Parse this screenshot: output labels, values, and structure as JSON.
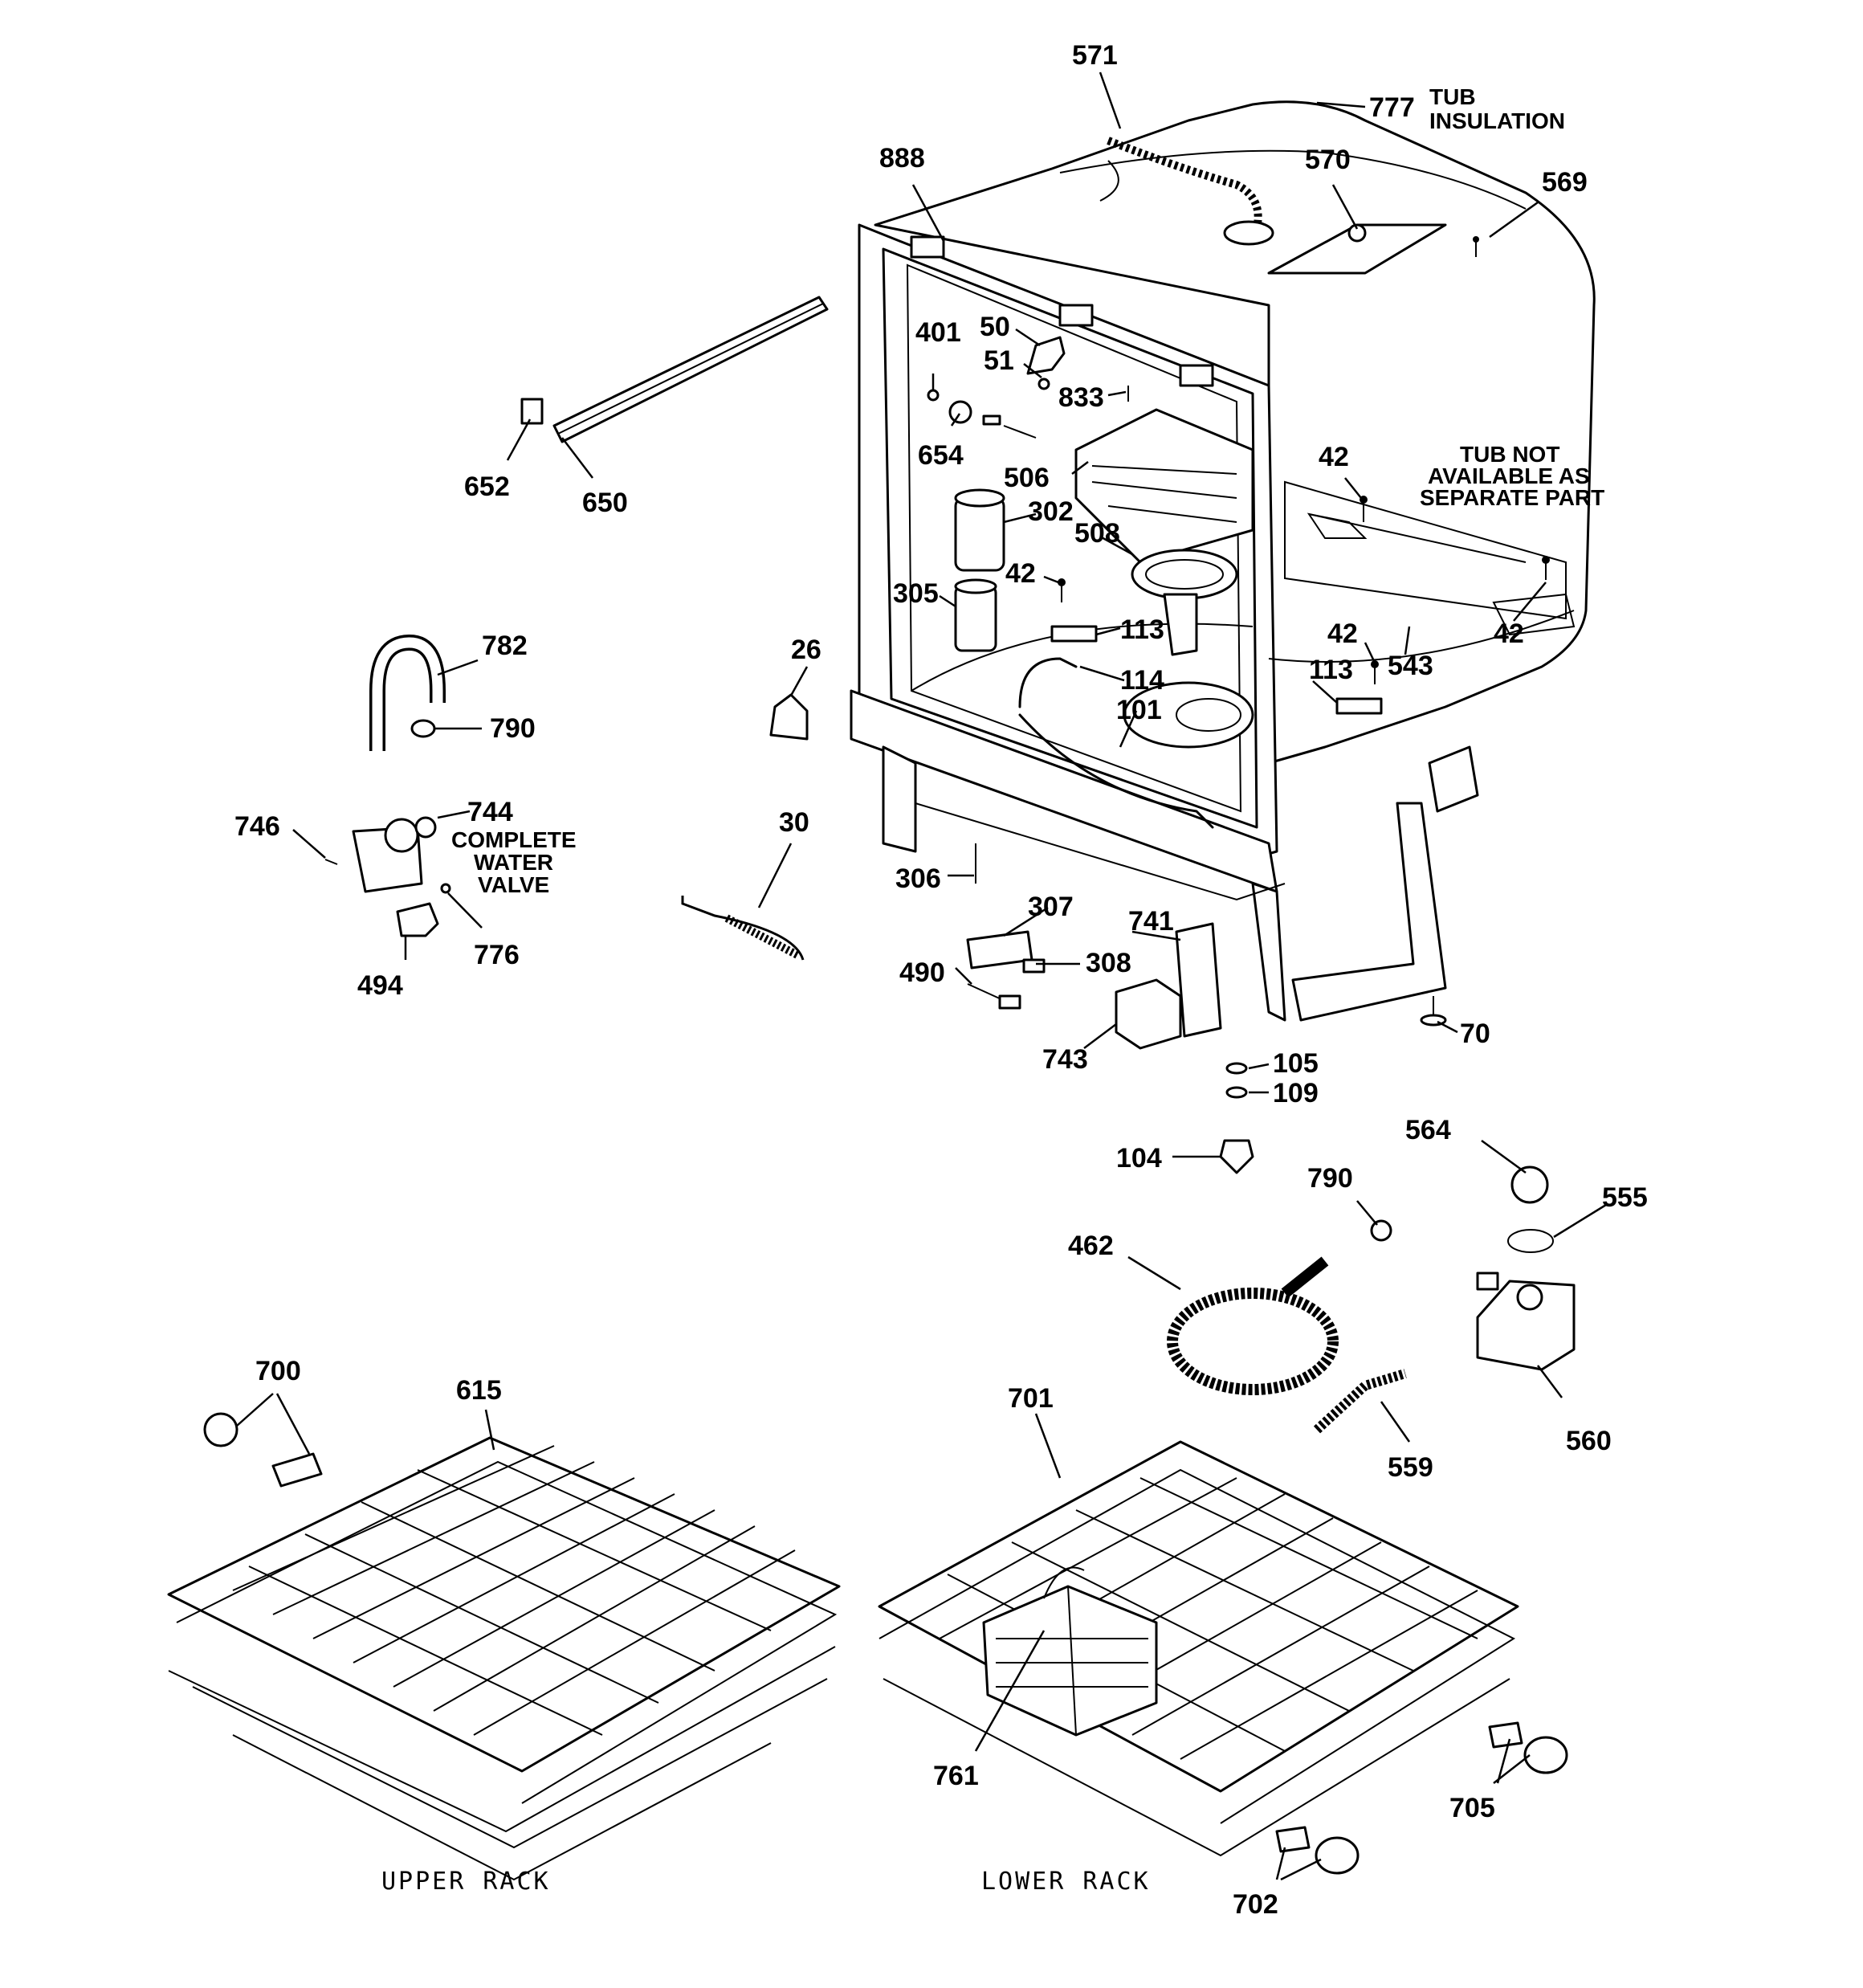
{
  "parts": {
    "p571": "571",
    "p777": "777",
    "p888": "888",
    "p570": "570",
    "p569": "569",
    "p50": "50",
    "p401": "401",
    "p51": "51",
    "p833": "833",
    "p654": "654",
    "p506": "506",
    "p652": "652",
    "p650": "650",
    "p42a": "42",
    "p302": "302",
    "p508": "508",
    "p42b": "42",
    "p305": "305",
    "p113a": "113",
    "p42c": "42",
    "p42d": "42",
    "p543": "543",
    "p26": "26",
    "p114": "114",
    "p101": "101",
    "p113b": "113",
    "p782": "782",
    "p790a": "790",
    "p30": "30",
    "p746": "746",
    "p744": "744",
    "p306": "306",
    "p307": "307",
    "p741": "741",
    "p490": "490",
    "p308": "308",
    "p494": "494",
    "p776": "776",
    "p70": "70",
    "p743": "743",
    "p105": "105",
    "p109": "109",
    "p104": "104",
    "p564": "564",
    "p790b": "790",
    "p555": "555",
    "p462": "462",
    "p560": "560",
    "p559": "559",
    "p700": "700",
    "p615": "615",
    "p701": "701",
    "p761": "761",
    "p705": "705",
    "p702": "702"
  },
  "notes": {
    "tub_insulation_1": "TUB",
    "tub_insulation_2": "INSULATION",
    "tub_na_1": "TUB NOT",
    "tub_na_2": "AVAILABLE AS",
    "tub_na_3": "SEPARATE PART",
    "valve_1": "COMPLETE",
    "valve_2": "WATER",
    "valve_3": "VALVE"
  },
  "captions": {
    "upper_rack": "UPPER RACK",
    "lower_rack": "LOWER RACK"
  }
}
